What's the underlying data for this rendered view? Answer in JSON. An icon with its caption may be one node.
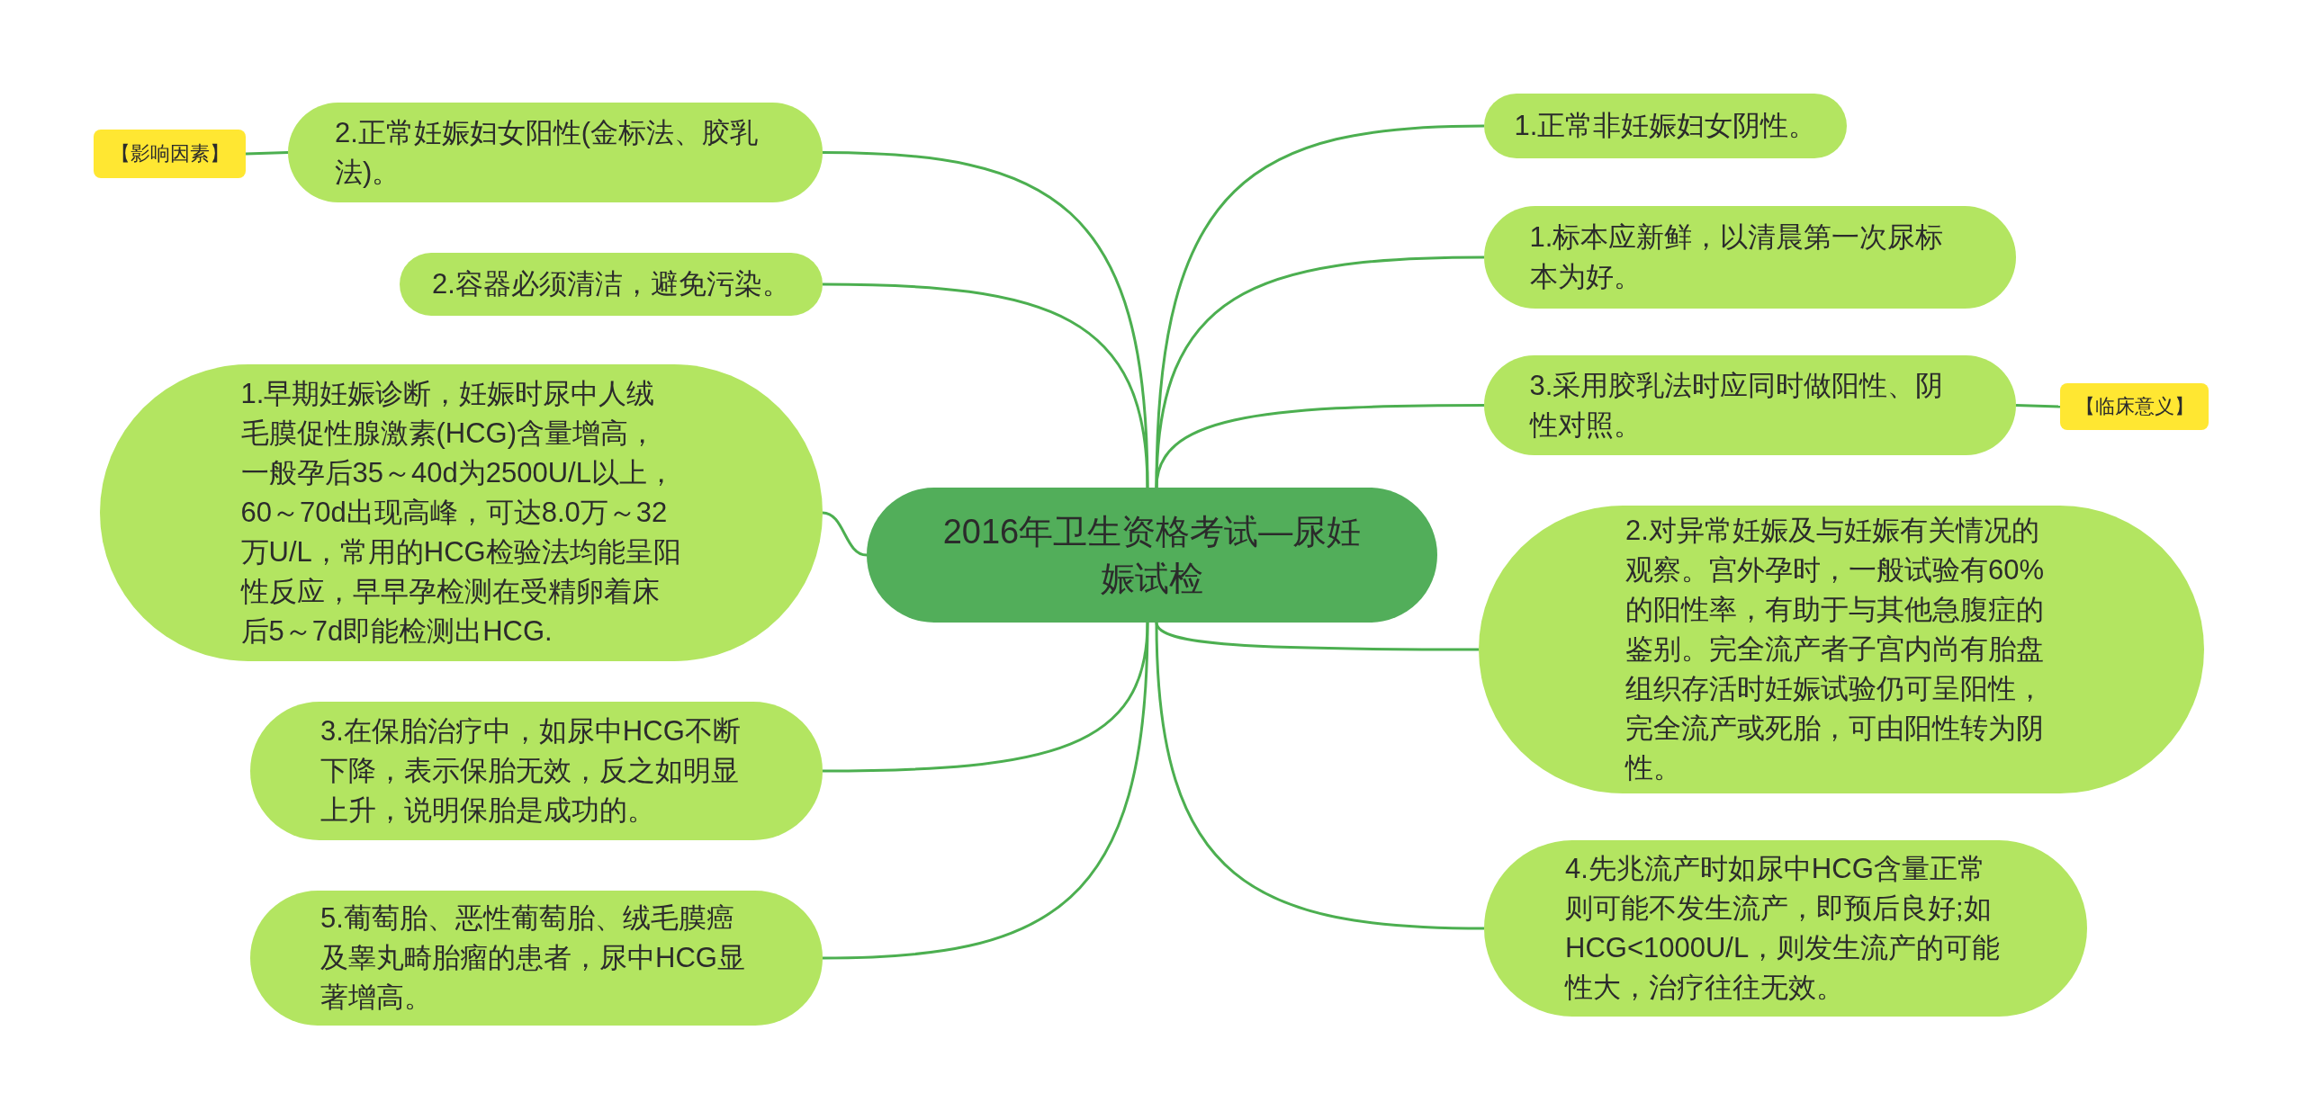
{
  "diagram": {
    "nodes": [
      {
        "text": [
          "2016年卫生资格考试—尿妊娠试检"
        ]
      },
      {
        "text": [
          "2.正常妊娠妇女阳性(金标法、胶乳法)。"
        ]
      },
      {
        "text": [
          "【影响因素】"
        ]
      },
      {
        "text": [
          "2.容器必须清洁，避免污染。"
        ]
      },
      {
        "text": [
          "1.早期妊娠诊断，妊娠时尿中人绒毛膜促性腺激素(HCG)含量增高，一般孕后35～40d为2500U/L以上，60～70d出现高峰，可达8.0万～32万U/L，常用的HCG检验法均能呈阳性反应，早早孕检测在受精卵着床后5～7d即能检测出HCG."
        ]
      },
      {
        "text": [
          "3.在保胎治疗中，如尿中HCG不断下降，表示保胎无效，反之如明显上升，说明保胎是成功的。"
        ]
      },
      {
        "text": [
          "5.葡萄胎、恶性葡萄胎、绒毛膜癌及睾丸畸胎瘤的患者，尿中HCG显著增高。"
        ]
      },
      {
        "text": [
          "1.正常非妊娠妇女阴性。"
        ]
      },
      {
        "text": [
          "1.标本应新鲜，以清晨第一次尿标本为好。"
        ]
      },
      {
        "text": [
          "3.采用胶乳法时应同时做阳性、阴性对照。"
        ]
      },
      {
        "text": [
          "【临床意义】"
        ]
      },
      {
        "text": [
          "2.对异常妊娠及与妊娠有关情况的观察。宫外孕时，一般试验有60%的阳性率，有助于与其他急腹症的鉴别。完全流产者子宫内尚有胎盘组织存活时妊娠试验仍可呈阳性，完全流产或死胎，可由阳性转为阴性。"
        ]
      },
      {
        "text": [
          "4.先兆流产时如尿中HCG含量正常则可能不发生流产，即预后良好;如HCG<1000U/L，则发生流产的可能性大，治疗往往无效。"
        ]
      }
    ],
    "edges": [
      {
        "from": 0,
        "to": 1,
        "arrow": "none"
      },
      {
        "from": 2,
        "to": 1,
        "arrow": "none"
      },
      {
        "from": 0,
        "to": 3,
        "arrow": "none"
      },
      {
        "from": 0,
        "to": 4,
        "arrow": "none"
      },
      {
        "from": 0,
        "to": 5,
        "arrow": "none"
      },
      {
        "from": 0,
        "to": 6,
        "arrow": "none"
      },
      {
        "from": 0,
        "to": 7,
        "arrow": "none"
      },
      {
        "from": 0,
        "to": 8,
        "arrow": "none"
      },
      {
        "from": 0,
        "to": 9,
        "arrow": "none"
      },
      {
        "from": 9,
        "to": 10,
        "arrow": "none"
      },
      {
        "from": 0,
        "to": 11,
        "arrow": "none"
      },
      {
        "from": 0,
        "to": 12,
        "arrow": "none"
      }
    ]
  }
}
